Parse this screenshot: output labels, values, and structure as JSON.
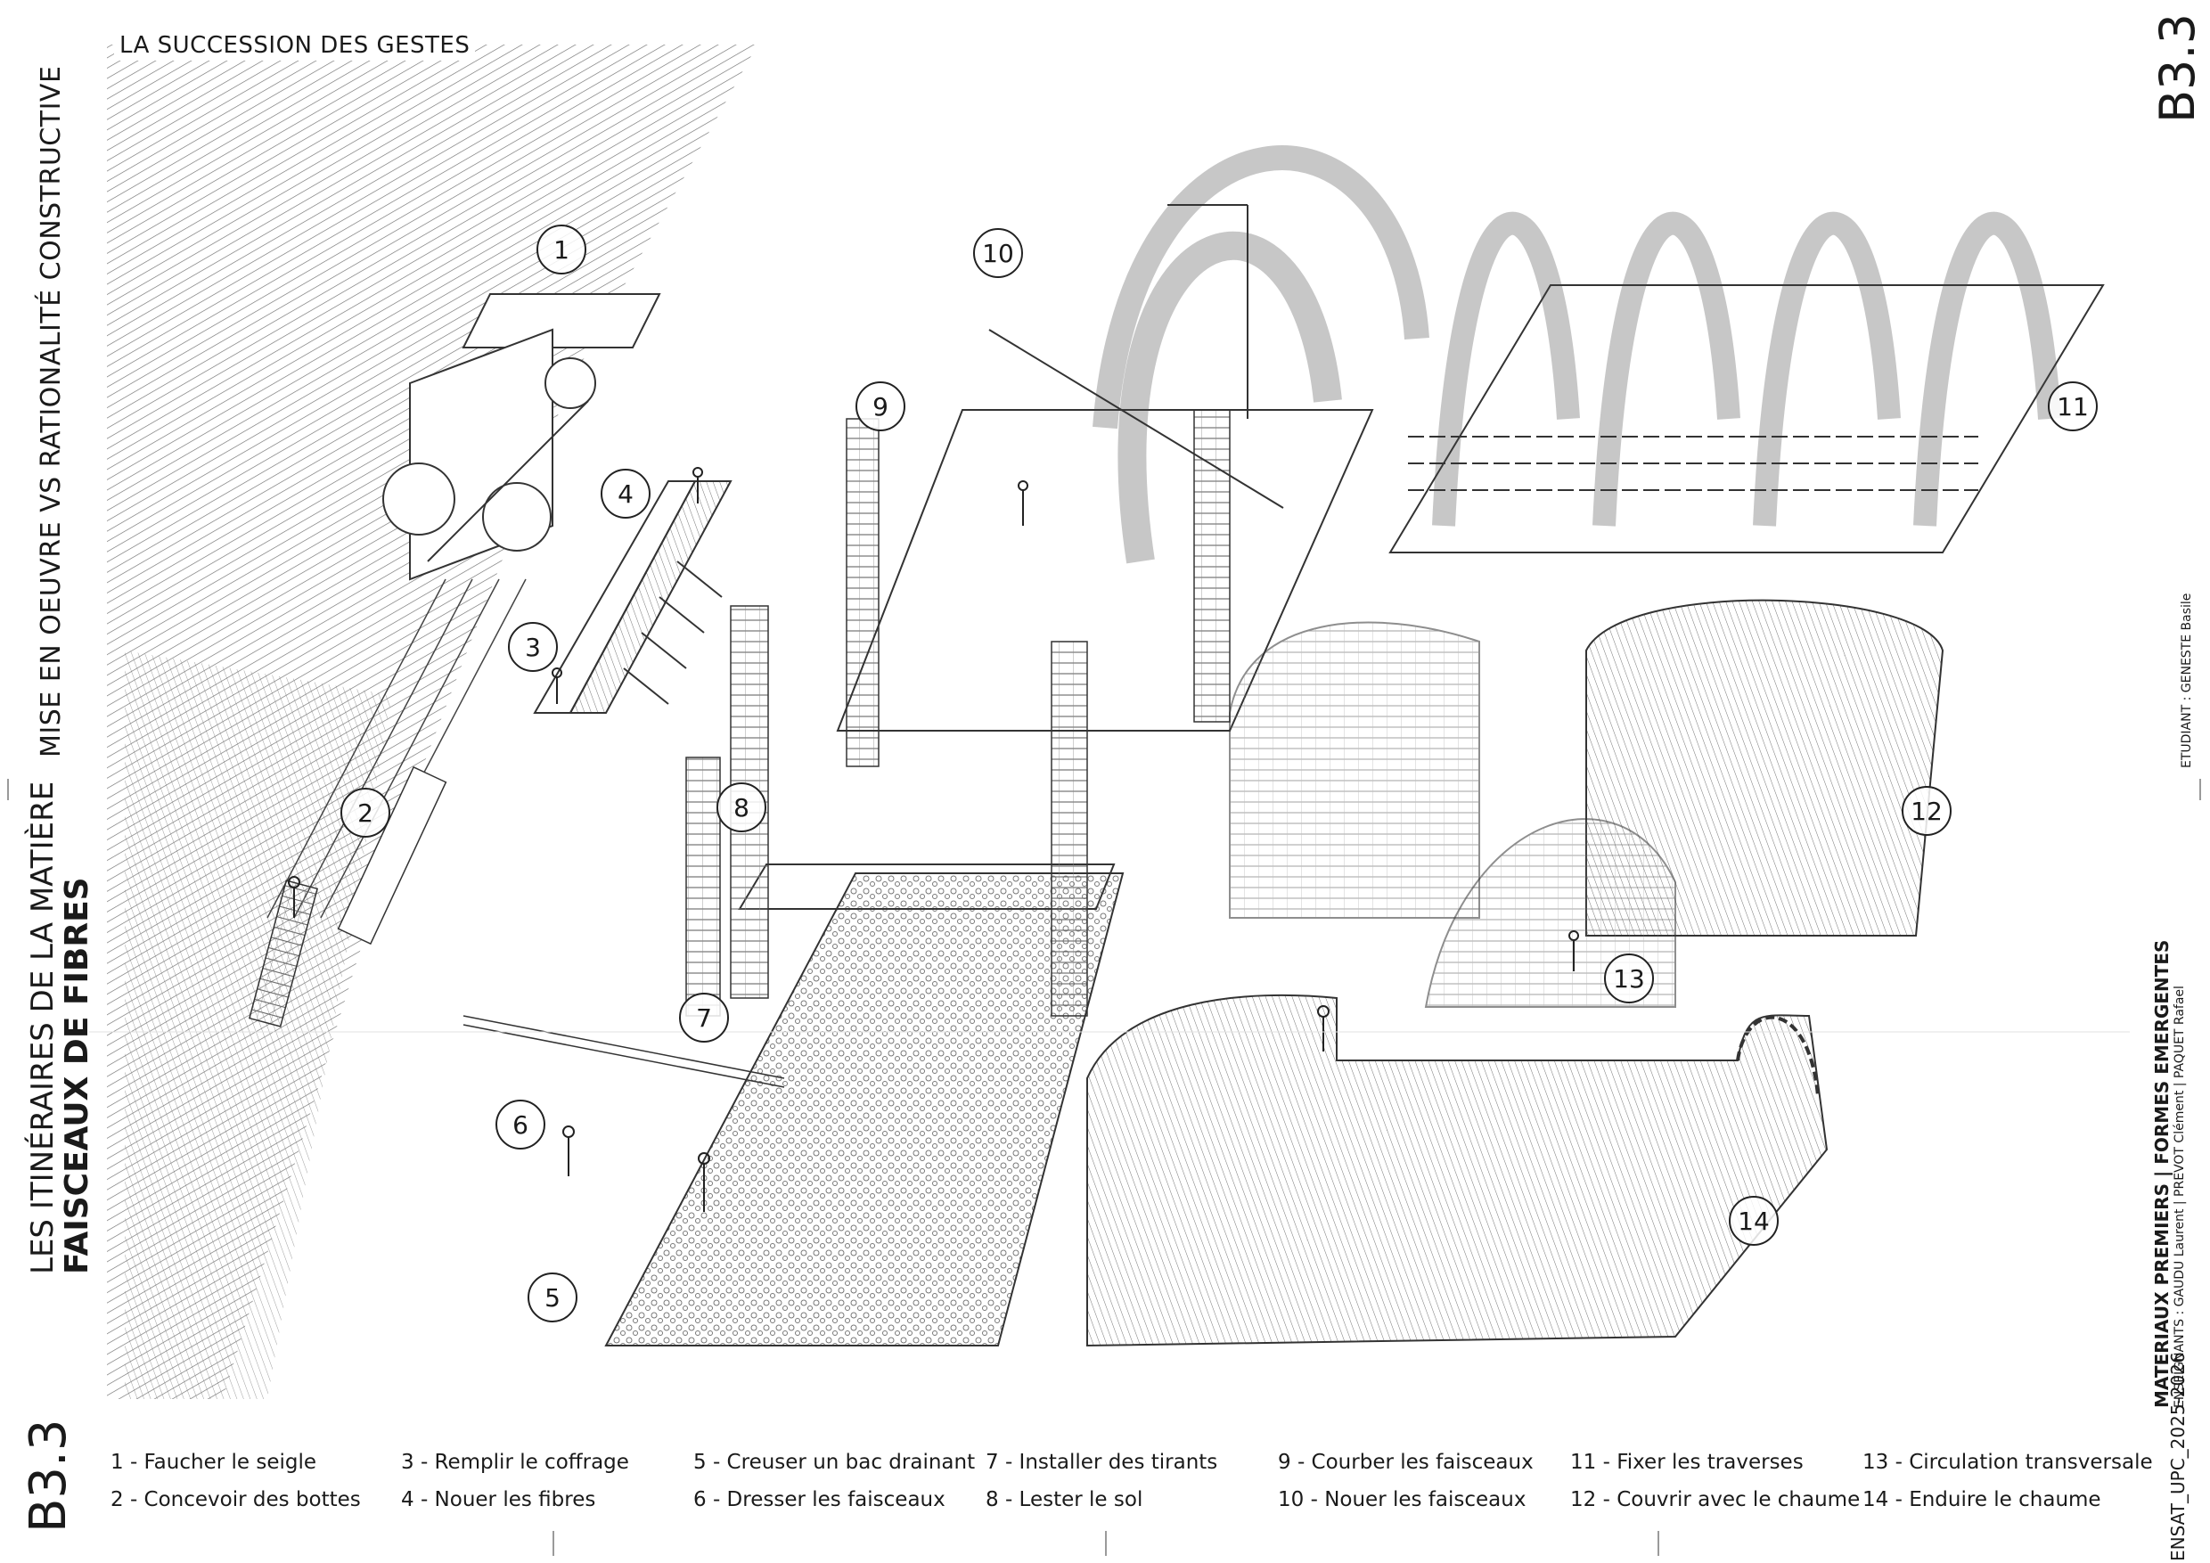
{
  "header": {
    "label": "LA SUCCESSION DES GESTES"
  },
  "page_code": "B3.3",
  "left_titles": {
    "subtitle": "MISE EN OEUVRE VS RATIONALITÉ CONSTRUCTIVE",
    "chapter": "LES ITINÉRAIRES DE LA MATIÈRE",
    "section": "FAISCEAUX DE FIBRES",
    "code": "B3.3"
  },
  "right_captions": {
    "student": "ETUDIANT : GENESTE Basile",
    "course": "MATERIAUX PREMIERS | FORMES EMERGENTES",
    "teachers": "ENSEIGNANTS : GAUDU Laurent | PREVOT Clément | PAQUET Rafael",
    "school": "ENSAT_UPC_2025-2026"
  },
  "steps": [
    {
      "n": "1",
      "label": "1 - Faucher le seigle"
    },
    {
      "n": "2",
      "label": "2 - Concevoir des bottes"
    },
    {
      "n": "3",
      "label": "3 - Remplir le coffrage"
    },
    {
      "n": "4",
      "label": "4 - Nouer les fibres"
    },
    {
      "n": "5",
      "label": "5 - Creuser un bac drainant"
    },
    {
      "n": "6",
      "label": "6 - Dresser les faisceaux"
    },
    {
      "n": "7",
      "label": "7 - Installer des tirants"
    },
    {
      "n": "8",
      "label": "8 - Lester le sol"
    },
    {
      "n": "9",
      "label": "9 - Courber les faisceaux"
    },
    {
      "n": "10",
      "label": "10 - Nouer les faisceaux"
    },
    {
      "n": "11",
      "label": "11 - Fixer les traverses"
    },
    {
      "n": "12",
      "label": "12 - Couvrir avec le chaume"
    },
    {
      "n": "13",
      "label": "13 - Circulation transversale"
    },
    {
      "n": "14",
      "label": "14 - Enduire le chaume"
    }
  ]
}
